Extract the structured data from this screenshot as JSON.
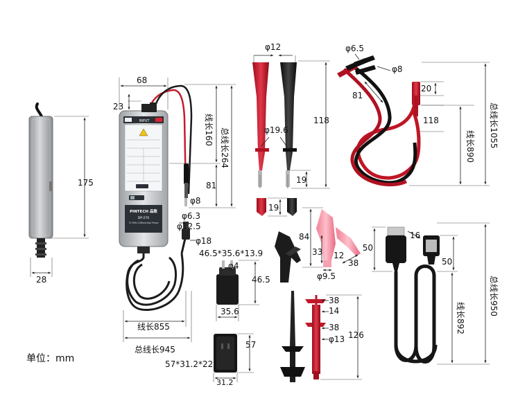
{
  "unit_label": "单位：mm",
  "probe": {
    "body_height": "175",
    "body_width": "28",
    "front_width": "68",
    "front_depth": "23",
    "brand": "PINTECH 品致",
    "model": "DP-270",
    "subtitle": "70 MHz Differential Probe",
    "input_label": "INPUT",
    "lead_length": "线长160",
    "total_lead": "总线长264",
    "tip_len": "81",
    "tip_dia_a": "φ8",
    "tip_dia_b": "φ6.3",
    "cable_dia_a": "φ12.5",
    "cable_dia_b": "φ18",
    "cable_length": "线长855",
    "cable_total": "总线长945"
  },
  "test_leads": {
    "dia": "φ12",
    "clip_dia": "φ19.6",
    "height": "118",
    "tip": "19",
    "cap": "19"
  },
  "banana_leads": {
    "dia_a": "φ6.5",
    "dia_b": "φ8",
    "len_a": "81",
    "tip": "20",
    "height": "118",
    "lead_length": "线长890",
    "total_length": "总线长1055"
  },
  "adapter": {
    "size": "46.5*35.6*13.9",
    "pin_dia": "φ4",
    "height": "46.5",
    "width": "35.6"
  },
  "charger": {
    "height": "57",
    "width": "31.2",
    "size": "57*31.2*22"
  },
  "clips": {
    "height": "84",
    "width": "33",
    "jaw": "12",
    "rear": "38",
    "dia": "φ9.5"
  },
  "hooks": {
    "top": "38",
    "mid": "14",
    "body": "38",
    "dia": "φ13",
    "length": "126"
  },
  "usb": {
    "connector_h": "50",
    "connector_w": "16",
    "b_h": "50",
    "length": "线长892",
    "total": "总线长950"
  }
}
